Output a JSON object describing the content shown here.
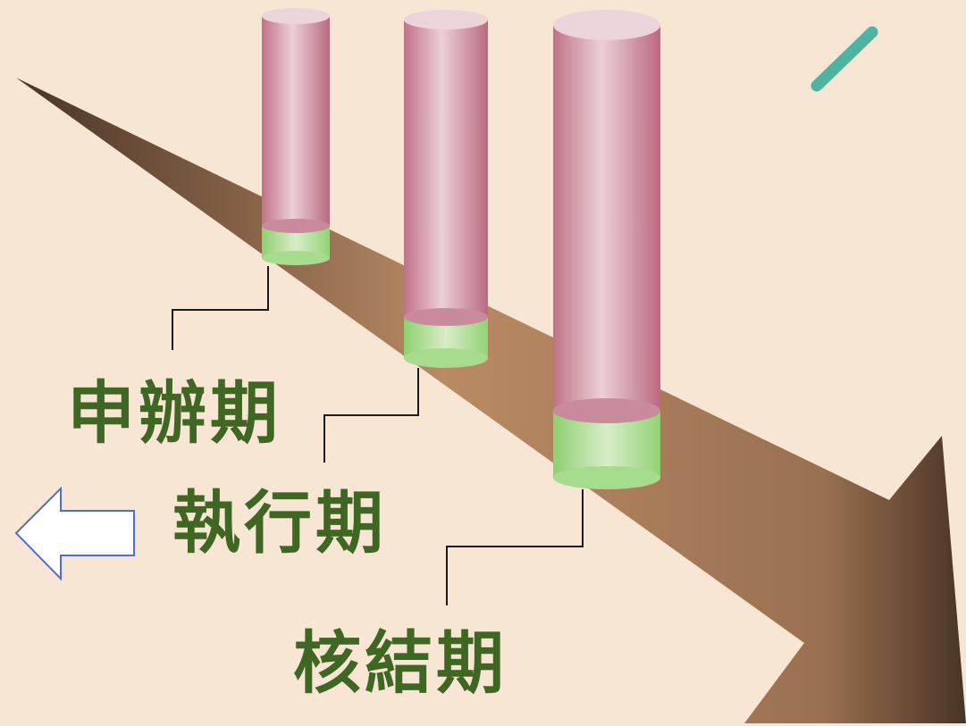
{
  "phases": [
    {
      "label": "申辦期",
      "color_top": "#c47d8e",
      "color_base": "#9fd885"
    },
    {
      "label": "執行期",
      "color_top": "#c47d8e",
      "color_base": "#9fd885"
    },
    {
      "label": "核結期",
      "color_top": "#c47d8e",
      "color_base": "#9fd885"
    }
  ],
  "colors": {
    "background": "#f7e6d4",
    "label_text": "#3f6623",
    "timeline_arrow_dark": "#4a3426",
    "timeline_arrow_light": "#b98a64",
    "back_arrow_stroke": "#4f6fd0",
    "accent_stroke": "#4fb3a2"
  },
  "icons": {
    "back_arrow": "left-arrow-icon",
    "accent": "slash-accent-icon"
  }
}
